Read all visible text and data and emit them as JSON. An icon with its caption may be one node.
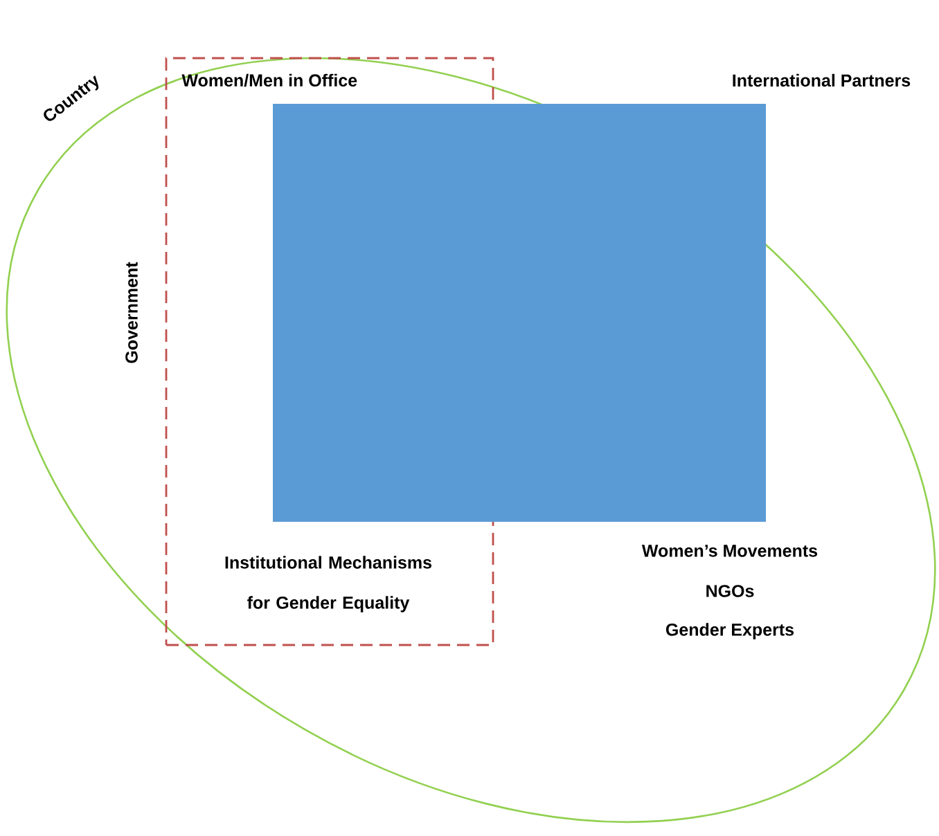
{
  "diagram": {
    "nodes": [
      {
        "text": [
          "Country"
        ]
      },
      {
        "text": [
          "Government",
          "Women/Men in Office",
          "Institutional Mechanisms for Gender Equality"
        ],
        "in": 0
      },
      {
        "text": [],
        "shape": "box",
        "in": 0
      }
    ],
    "labels": [
      "International Partners",
      "Women’s Movements",
      "NGOs",
      "Gender Experts"
    ]
  }
}
